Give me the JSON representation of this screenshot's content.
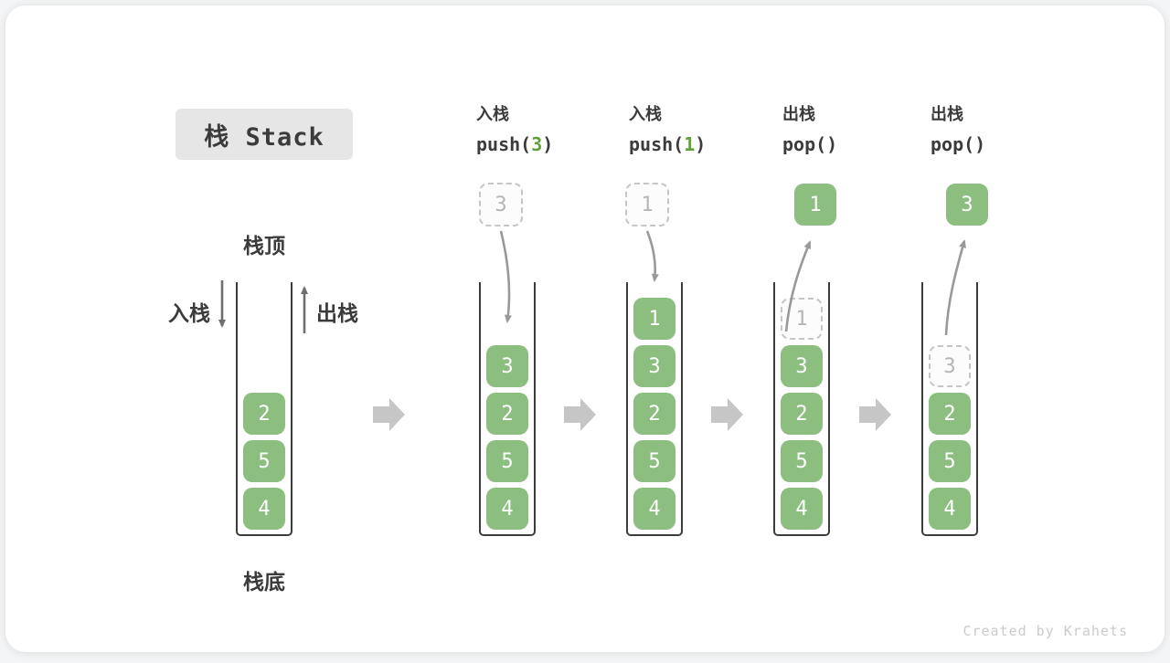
{
  "page": {
    "title": "栈 Stack",
    "footer": "Created by Krahets"
  },
  "side_labels": {
    "stack_top": "栈顶",
    "stack_bottom": "栈底",
    "push_in": "入栈",
    "pop_out": "出栈"
  },
  "operations": [
    {
      "label": "入栈",
      "code_prefix": "push(",
      "code_arg": "3",
      "code_suffix": ")"
    },
    {
      "label": "入栈",
      "code_prefix": "push(",
      "code_arg": "1",
      "code_suffix": ")"
    },
    {
      "label": "出栈",
      "code_prefix": "pop()",
      "code_arg": "",
      "code_suffix": ""
    },
    {
      "label": "出栈",
      "code_prefix": "pop()",
      "code_arg": "",
      "code_suffix": ""
    }
  ],
  "stacks": [
    {
      "id": "stack-initial",
      "floating": null,
      "cells": [
        {
          "value": "2",
          "dashed": false
        },
        {
          "value": "5",
          "dashed": false
        },
        {
          "value": "4",
          "dashed": false
        }
      ]
    },
    {
      "id": "stack-after-push-3",
      "floating": {
        "value": "3",
        "style": "dashed"
      },
      "cells": [
        {
          "value": "3",
          "dashed": false
        },
        {
          "value": "2",
          "dashed": false
        },
        {
          "value": "5",
          "dashed": false
        },
        {
          "value": "4",
          "dashed": false
        }
      ]
    },
    {
      "id": "stack-after-push-1",
      "floating": {
        "value": "1",
        "style": "dashed"
      },
      "cells": [
        {
          "value": "1",
          "dashed": false
        },
        {
          "value": "3",
          "dashed": false
        },
        {
          "value": "2",
          "dashed": false
        },
        {
          "value": "5",
          "dashed": false
        },
        {
          "value": "4",
          "dashed": false
        }
      ]
    },
    {
      "id": "stack-after-pop-1",
      "floating": {
        "value": "1",
        "style": "solid"
      },
      "cells": [
        {
          "value": "1",
          "dashed": true
        },
        {
          "value": "3",
          "dashed": false
        },
        {
          "value": "2",
          "dashed": false
        },
        {
          "value": "5",
          "dashed": false
        },
        {
          "value": "4",
          "dashed": false
        }
      ]
    },
    {
      "id": "stack-after-pop-3",
      "floating": {
        "value": "3",
        "style": "solid"
      },
      "cells": [
        {
          "value": "3",
          "dashed": true
        },
        {
          "value": "2",
          "dashed": false
        },
        {
          "value": "5",
          "dashed": false
        },
        {
          "value": "4",
          "dashed": false
        }
      ]
    }
  ],
  "colors": {
    "block_green": "#8CBE80",
    "code_green": "#5FA139",
    "arrow_gray": "#999999",
    "dark_arrow": "#6e6e6e",
    "block_arrow_gray": "#C6C6C6",
    "title_box_bg": "#E6E6E6",
    "text_dark": "#3B3B3B",
    "dashed_border": "#C5C5C5",
    "dashed_text": "#B5B5B5",
    "footer_gray": "#CBCBCB",
    "wall": "#3C3C3C"
  }
}
